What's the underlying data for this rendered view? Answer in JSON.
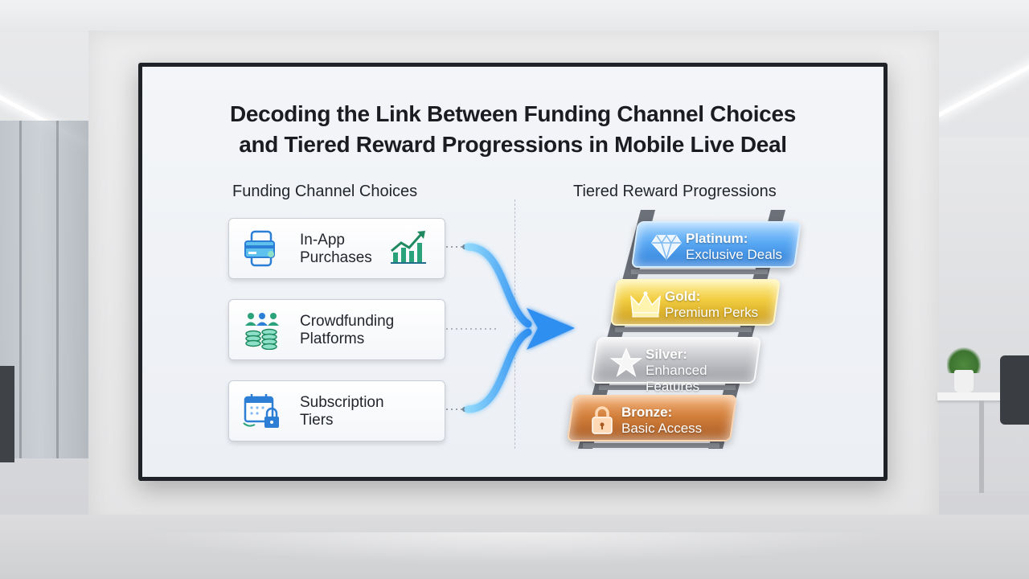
{
  "title_line1": "Decoding the Link Between Funding Channel Choices",
  "title_line2": "and Tiered Reward Progressions in Mobile Live Deal",
  "left_heading": "Funding Channel Choices",
  "right_heading": "Tiered Reward Progressions",
  "funding_channels": [
    {
      "line1": "In-App",
      "line2": "Purchases",
      "icon": "credit-card-phone-icon"
    },
    {
      "line1": "Crowdfunding",
      "line2": "Platforms",
      "icon": "people-coins-icon"
    },
    {
      "line1": "Subscription",
      "line2": "Tiers",
      "icon": "calendar-lock-icon"
    }
  ],
  "tiers": [
    {
      "name": "Platinum:",
      "reward": "Exclusive Deals",
      "icon": "diamond-icon",
      "color": "#4a9cf0"
    },
    {
      "name": "Gold:",
      "reward": "Premium Perks",
      "icon": "crown-icon",
      "color": "#e8bf2e"
    },
    {
      "name": "Silver:",
      "reward": "Enhanced Features",
      "icon": "star-icon",
      "color": "#b8b9be"
    },
    {
      "name": "Bronze:",
      "reward": "Basic Access",
      "icon": "lock-icon",
      "color": "#c8722f"
    }
  ],
  "colors": {
    "accent": "#2f8ff0",
    "flow": "#49b6f5"
  }
}
